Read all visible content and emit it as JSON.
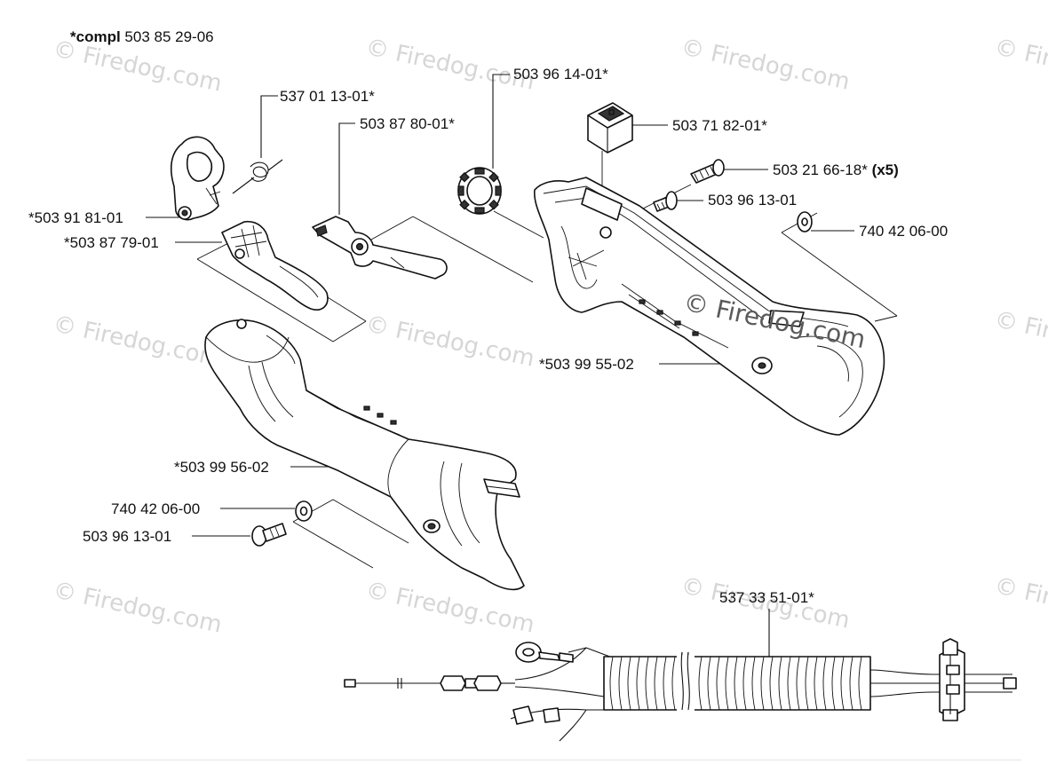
{
  "watermark": {
    "text": "© Firedog.com",
    "color": "#d6d6d6"
  },
  "title": {
    "prefix": "*compl",
    "number": "503 85 29-06"
  },
  "labels": {
    "p537011301": "537 01 13-01*",
    "p503878001": "503 87 80-01*",
    "p503961401": "503 96 14-01*",
    "p503718201": "503 71 82-01*",
    "p503216618": "503 21 66-18*",
    "p503216618_qty": "(x5)",
    "p503961301_top": "503 96 13-01",
    "p740420600_top": "740 42 06-00",
    "p503918101": "*503 91 81-01",
    "p503877901": "*503 87 79-01",
    "p503995502": "*503 99 55-02",
    "p503995602": "*503 99 56-02",
    "p740420600_bot": "740 42 06-00",
    "p503961301_bot": "503 96 13-01",
    "p537335101": "537 33 51-01*"
  },
  "icons": [
    "throttle-lock-icon",
    "spring-icon",
    "trigger-icon",
    "throttle-lever-icon",
    "nut-icon",
    "switch-icon",
    "screw-icon",
    "washer-icon",
    "handle-half-icon",
    "cable-harness-icon"
  ]
}
